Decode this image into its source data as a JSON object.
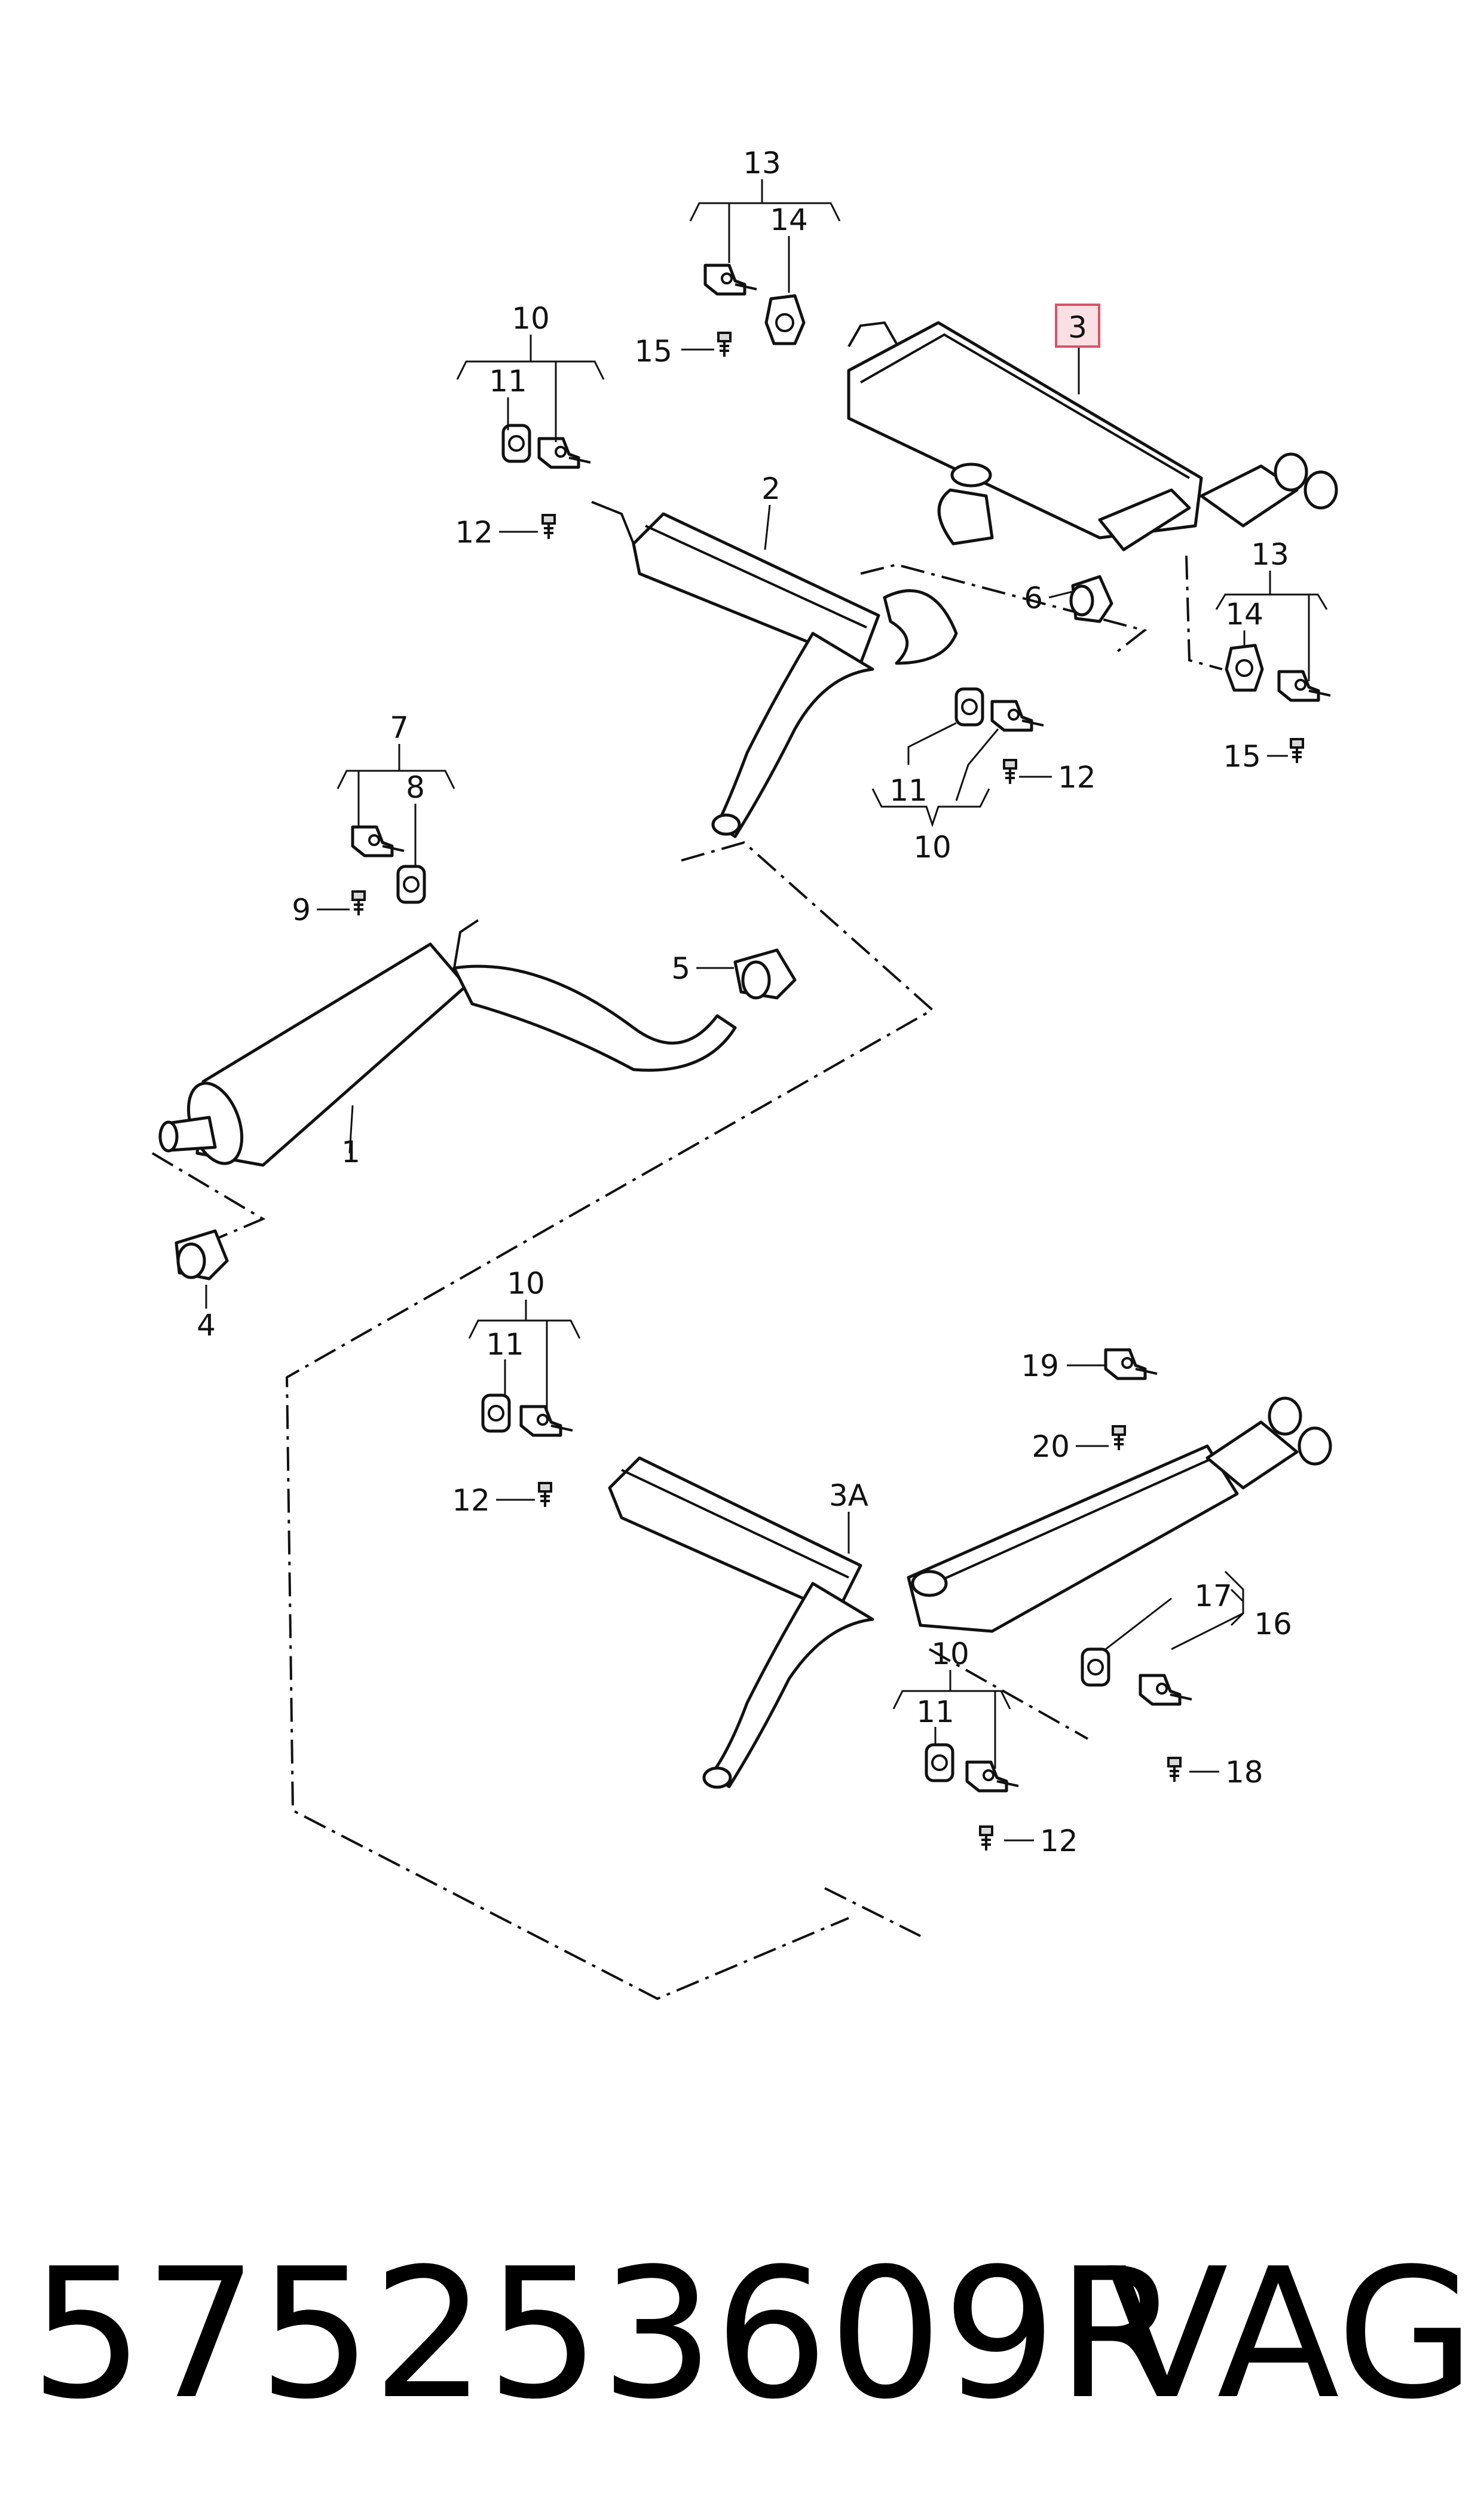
{
  "callouts": {
    "c13a": "13",
    "c14a": "14",
    "c15a": "15",
    "c3": "3",
    "c10a": "10",
    "c11a": "11",
    "c12a": "12",
    "c2": "2",
    "c6": "6",
    "c13b": "13",
    "c14b": "14",
    "c15b": "15",
    "c11b": "11",
    "c10b": "10",
    "c12b": "12",
    "c7": "7",
    "c8": "8",
    "c9": "9",
    "c5": "5",
    "c1": "1",
    "c4": "4",
    "c10c": "10",
    "c11c": "11",
    "c12c": "12",
    "c3A": "3A",
    "c19": "19",
    "c20": "20",
    "c17": "17",
    "c16": "16",
    "c10d": "10",
    "c11d": "11",
    "c12d": "12",
    "c18": "18"
  },
  "footer": {
    "part_number": "575253609R",
    "brand": "VAG"
  },
  "colors": {
    "highlight_fill": "#fbe0e3",
    "highlight_stroke": "#d9536a",
    "line": "#111111"
  }
}
